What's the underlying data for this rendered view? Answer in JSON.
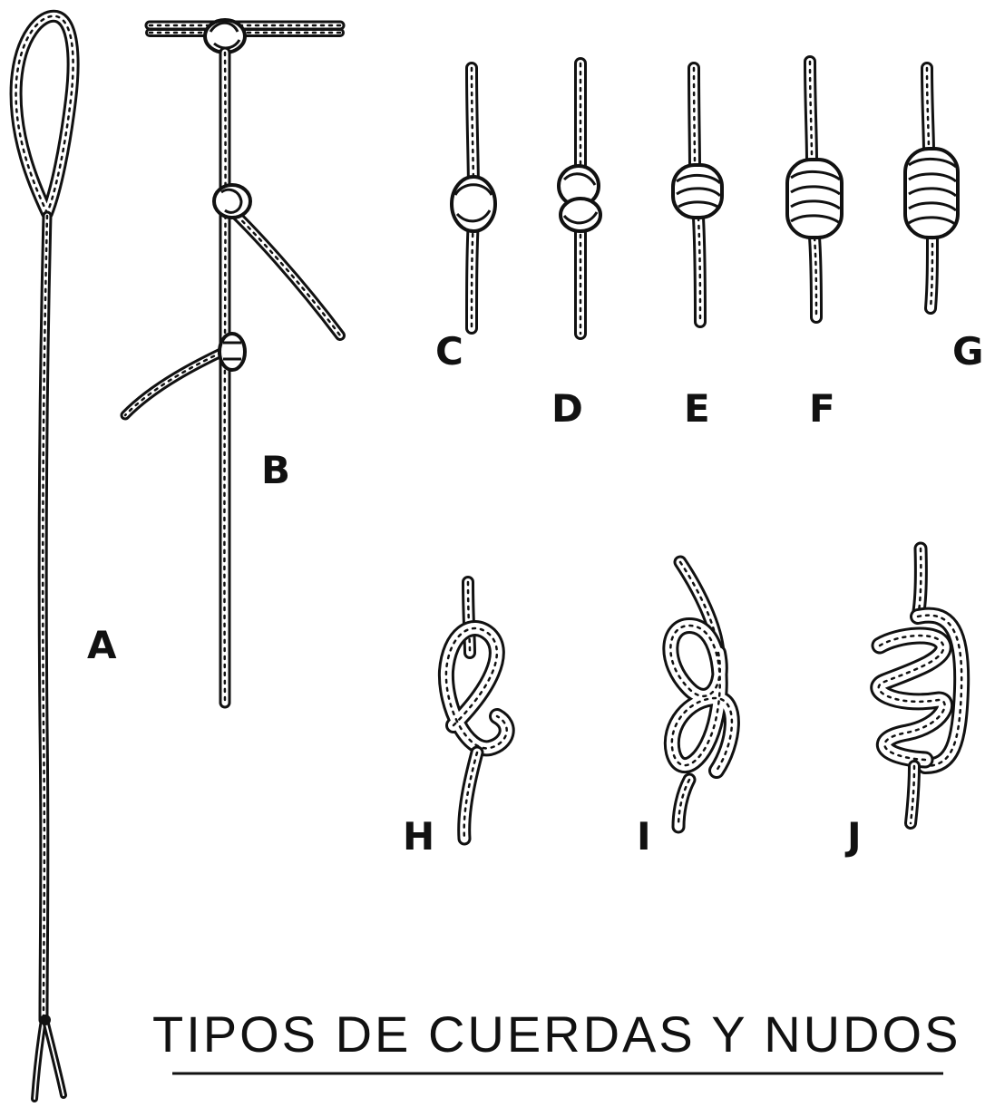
{
  "title": "TIPOS DE CUERDAS Y NUDOS",
  "labels": {
    "a": "A",
    "b": "B",
    "c": "C",
    "d": "D",
    "e": "E",
    "f": "F",
    "g": "G",
    "h": "H",
    "i": "I",
    "j": "J"
  },
  "colors": {
    "ink": "#111111",
    "paper": "#ffffff"
  }
}
